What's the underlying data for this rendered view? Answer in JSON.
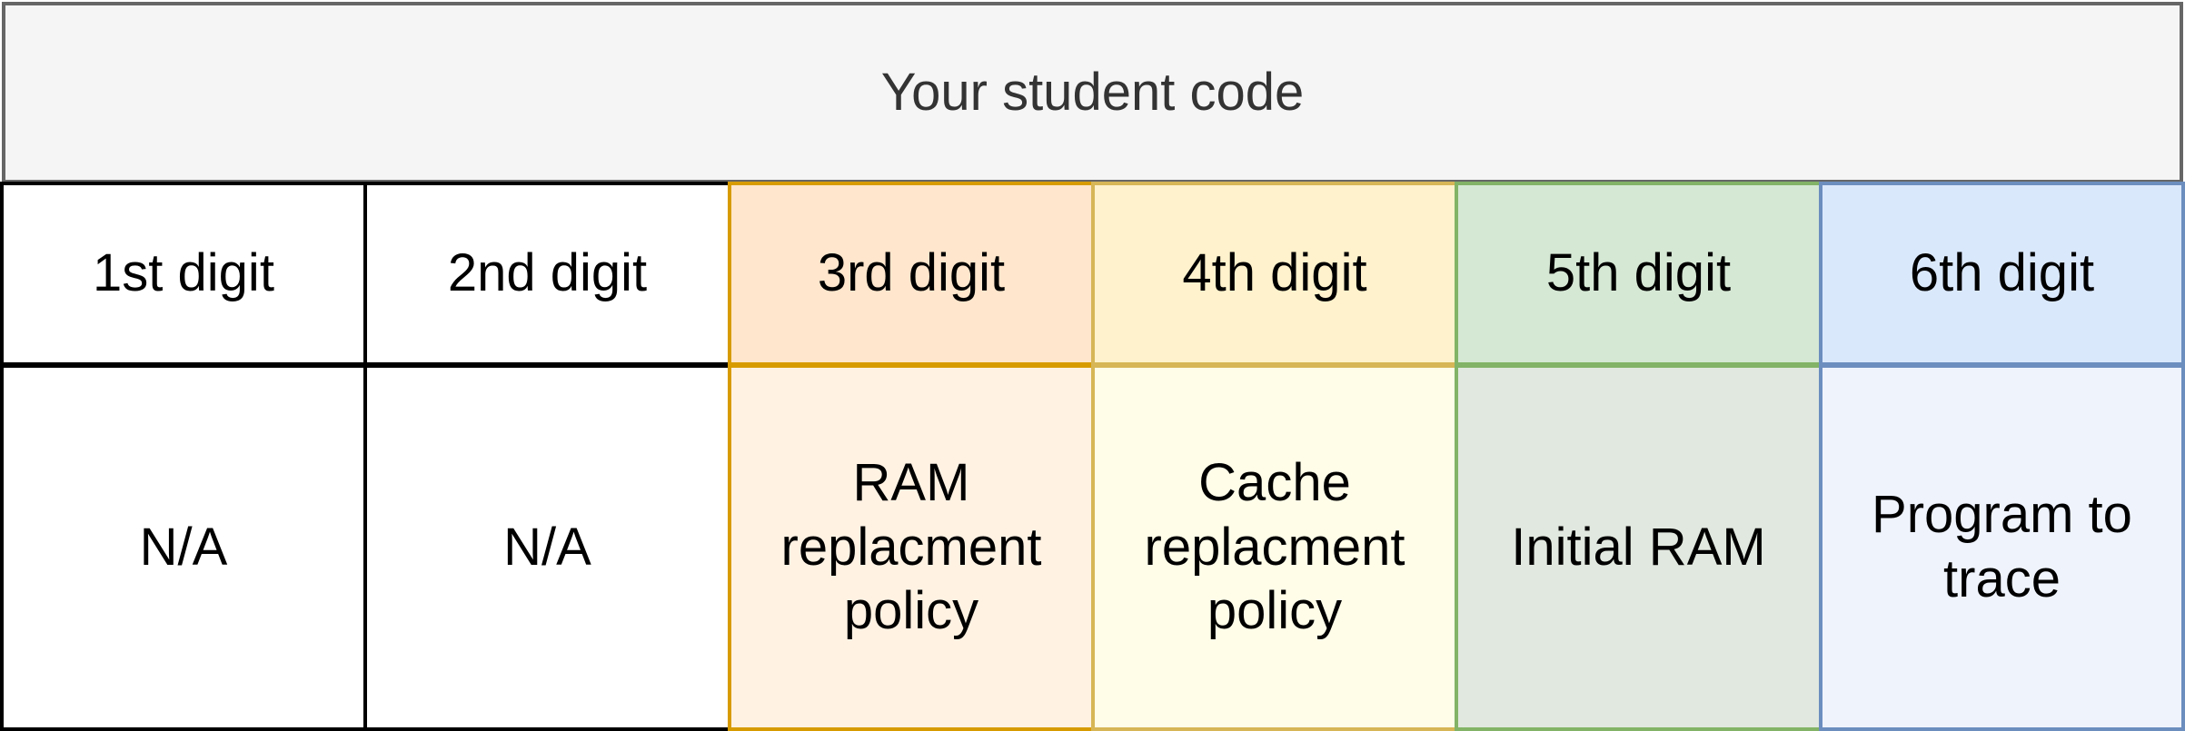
{
  "header": {
    "title": "Your student code"
  },
  "columns": [
    {
      "digit": "1st digit",
      "role": "N/A",
      "digit_fill": "#ffffff",
      "role_fill": "#ffffff",
      "stroke": "#000000"
    },
    {
      "digit": "2nd digit",
      "role": "N/A",
      "digit_fill": "#ffffff",
      "role_fill": "#ffffff",
      "stroke": "#000000"
    },
    {
      "digit": "3rd digit",
      "role": "RAM replacment policy",
      "digit_fill": "#ffe6cc",
      "role_fill": "#fff2e3",
      "stroke": "#d79b00"
    },
    {
      "digit": "4th digit",
      "role": "Cache replacment policy",
      "digit_fill": "#fff2cc",
      "role_fill": "#fffde8",
      "stroke": "#d6b656"
    },
    {
      "digit": "5th digit",
      "role": "Initial RAM",
      "digit_fill": "#d5e8d4",
      "role_fill": "#e1e8df",
      "stroke": "#82b366"
    },
    {
      "digit": "6th digit",
      "role": "Program to trace",
      "digit_fill": "#dae8fc",
      "role_fill": "#eff3fc",
      "stroke": "#6c8ebf"
    }
  ]
}
